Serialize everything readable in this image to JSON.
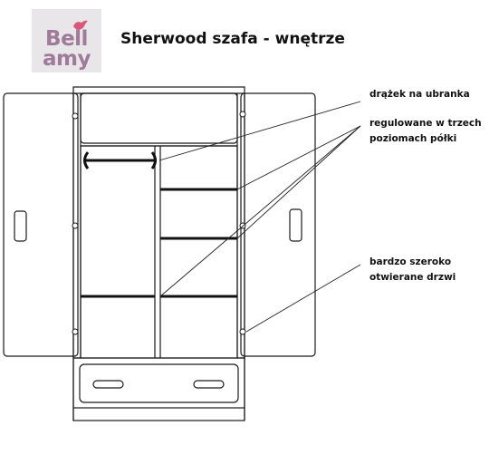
{
  "logo": {
    "line1": "Bell",
    "line2": "amy",
    "brand_color": "#9f7b99",
    "accent_color": "#d9587a",
    "icon": "bird-icon"
  },
  "title": "Sherwood szafa - wnętrze",
  "callouts": {
    "rod": {
      "line1": "drążek na ubranka"
    },
    "shelves": {
      "line1": "regulowane w trzech",
      "line2": "poziomach półki"
    },
    "doors": {
      "line1": "bardzo szeroko",
      "line2": "otwierane drzwi"
    }
  }
}
